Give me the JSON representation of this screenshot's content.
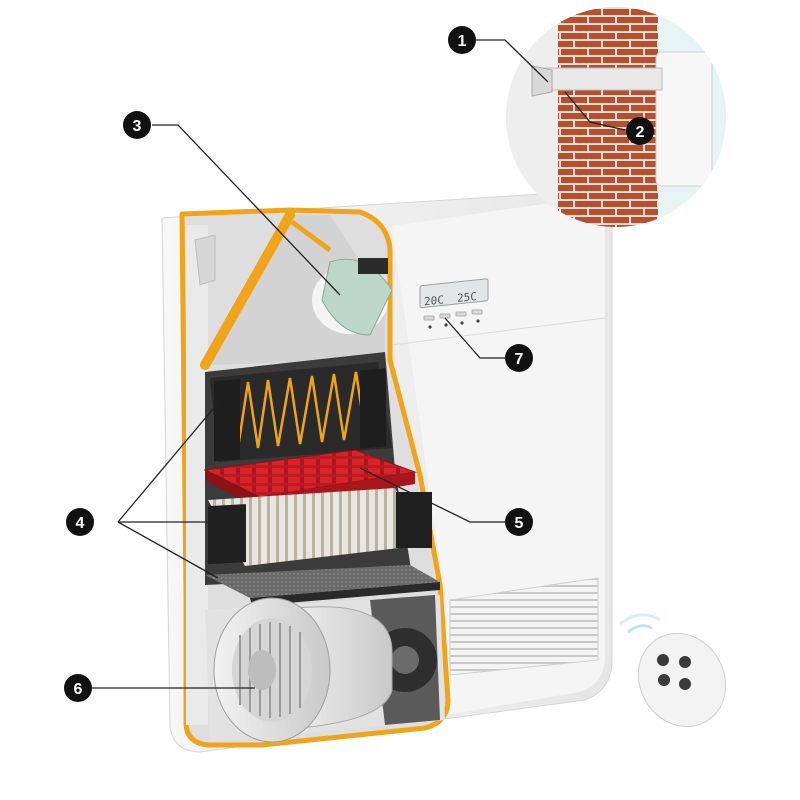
{
  "callouts": [
    {
      "number": "1",
      "part": "wall-duct"
    },
    {
      "number": "2",
      "part": "duct-through-wall"
    },
    {
      "number": "3",
      "part": "air-intake-flap"
    },
    {
      "number": "4",
      "part": "filters"
    },
    {
      "number": "5",
      "part": "heat-exchanger"
    },
    {
      "number": "6",
      "part": "fan"
    },
    {
      "number": "7",
      "part": "control-panel"
    }
  ],
  "display": {
    "left_reading": "20C",
    "right_reading": "25C"
  },
  "colors": {
    "accent": "#f0a41a",
    "callout_fill": "#111111",
    "callout_text": "#ffffff",
    "housing": "#eeeeee",
    "cutaway_bg": "#3b3b3b",
    "heat_exchanger": "#d8232a",
    "brick": "#b5502e",
    "mortar": "#e5ddd6",
    "wall_glow": "#cfeff5"
  }
}
